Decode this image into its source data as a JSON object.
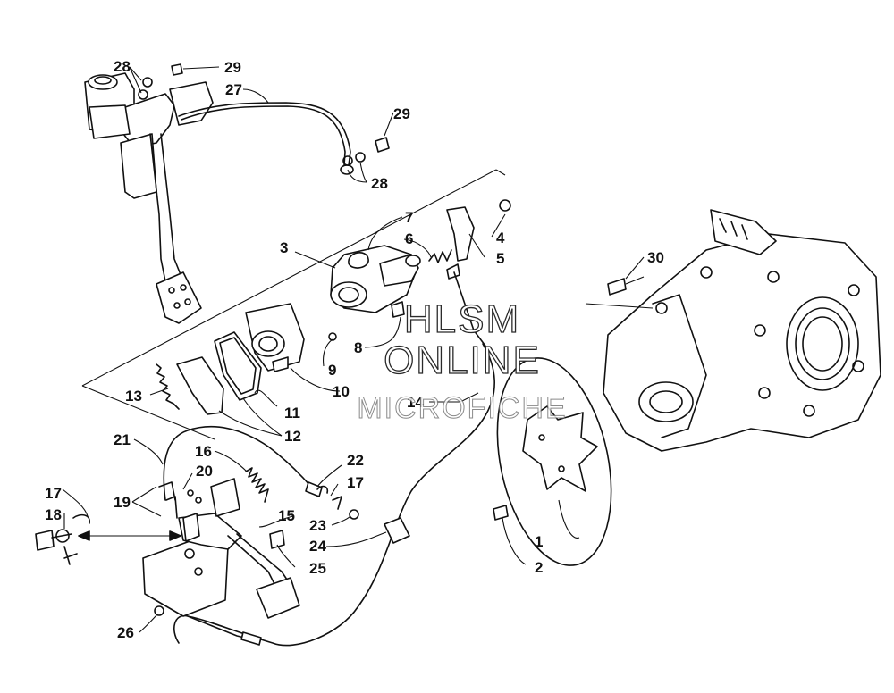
{
  "callouts": {
    "c1": "1",
    "c2": "2",
    "c3": "3",
    "c4": "4",
    "c5": "5",
    "c6": "6",
    "c7": "7",
    "c8": "8",
    "c9": "9",
    "c10": "10",
    "c11": "11",
    "c12": "12",
    "c13": "13",
    "c14": "14",
    "c15": "15",
    "c16": "16",
    "c17a": "17",
    "c17b": "17",
    "c18": "18",
    "c19": "19",
    "c20": "20",
    "c21": "21",
    "c22": "22",
    "c23": "23",
    "c24": "24",
    "c25": "25",
    "c26": "26",
    "c27": "27",
    "c28a": "28",
    "c28b": "28",
    "c29a": "29",
    "c29b": "29",
    "c30": "30"
  },
  "watermark": {
    "line1": "HLSM",
    "line2": "ONLINE",
    "line3": "MICROFICHE"
  }
}
